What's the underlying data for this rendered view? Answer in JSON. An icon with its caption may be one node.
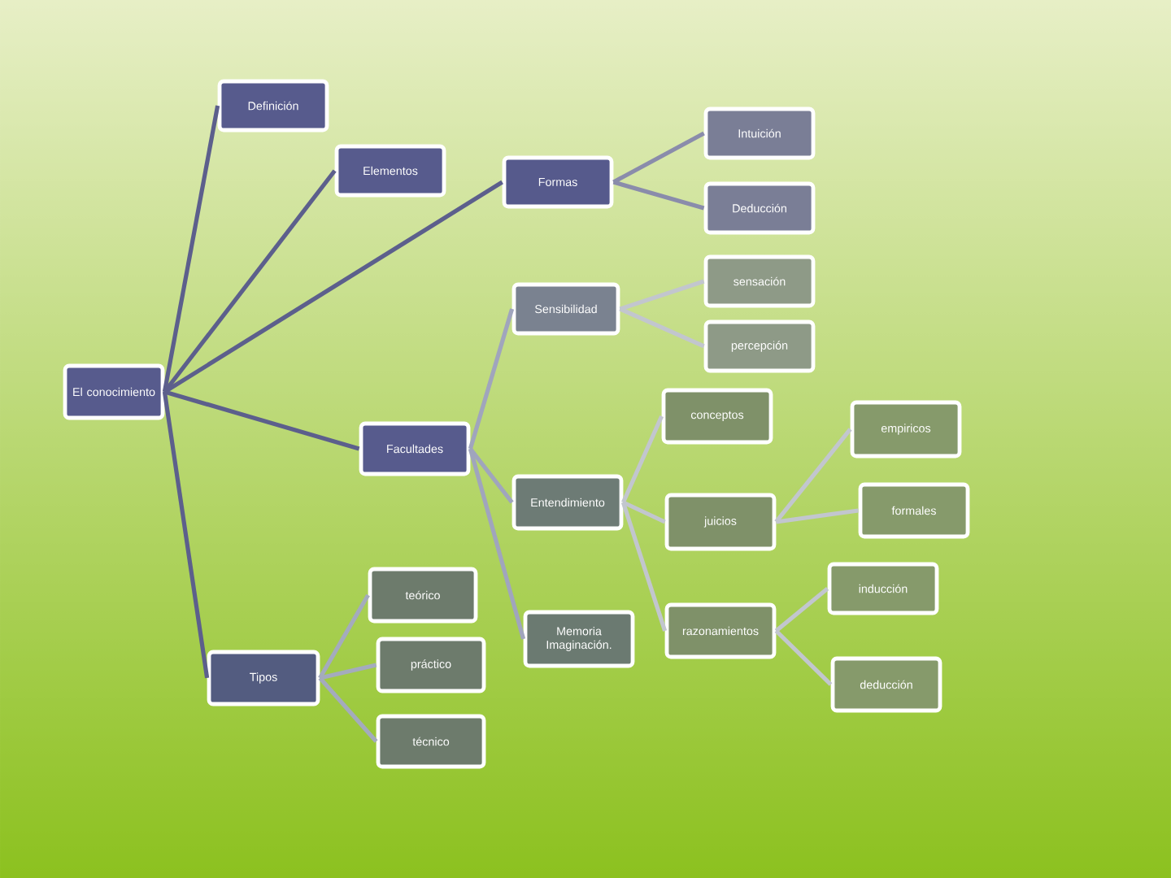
{
  "diagram": {
    "nodes": [
      {
        "text": [
          "El conocimiento"
        ]
      },
      {
        "text": [
          "Definición"
        ]
      },
      {
        "text": [
          "Elementos"
        ]
      },
      {
        "text": [
          "Formas"
        ]
      },
      {
        "text": [
          "Intuición"
        ]
      },
      {
        "text": [
          "Deducción"
        ]
      },
      {
        "text": [
          "Facultades"
        ]
      },
      {
        "text": [
          "Sensibilidad"
        ]
      },
      {
        "text": [
          "sensación"
        ]
      },
      {
        "text": [
          "percepción"
        ]
      },
      {
        "text": [
          "Entendimiento"
        ]
      },
      {
        "text": [
          "conceptos"
        ]
      },
      {
        "text": [
          "juicios"
        ]
      },
      {
        "text": [
          "empiricos"
        ]
      },
      {
        "text": [
          "formales"
        ]
      },
      {
        "text": [
          "razonamientos"
        ]
      },
      {
        "text": [
          "inducción"
        ]
      },
      {
        "text": [
          "deducción"
        ]
      },
      {
        "text": [
          "Memoria Imaginación."
        ]
      },
      {
        "text": [
          "Tipos"
        ]
      },
      {
        "text": [
          "teórico"
        ]
      },
      {
        "text": [
          "práctico"
        ]
      },
      {
        "text": [
          "técnico"
        ]
      }
    ],
    "edges": [
      {
        "from": 0,
        "to": 1,
        "arrow": "none",
        "color": "#5c5f8c"
      },
      {
        "from": 0,
        "to": 2,
        "arrow": "none",
        "color": "#5c5f8c"
      },
      {
        "from": 0,
        "to": 3,
        "arrow": "none",
        "color": "#5c5f8c"
      },
      {
        "from": 0,
        "to": 6,
        "arrow": "none",
        "color": "#5c5f8c"
      },
      {
        "from": 0,
        "to": 19,
        "arrow": "none",
        "color": "#5c5f8c"
      },
      {
        "from": 3,
        "to": 4,
        "arrow": "none",
        "color": "#8a8cab"
      },
      {
        "from": 3,
        "to": 5,
        "arrow": "none",
        "color": "#8a8cab"
      },
      {
        "from": 6,
        "to": 7,
        "arrow": "none",
        "color": "#a0a5bd"
      },
      {
        "from": 6,
        "to": 10,
        "arrow": "none",
        "color": "#a0a5bd"
      },
      {
        "from": 6,
        "to": 18,
        "arrow": "none",
        "color": "#a0a5bd"
      },
      {
        "from": 7,
        "to": 8,
        "arrow": "none"
      },
      {
        "from": 7,
        "to": 9,
        "arrow": "none"
      },
      {
        "from": 10,
        "to": 11,
        "arrow": "none"
      },
      {
        "from": 10,
        "to": 12,
        "arrow": "none"
      },
      {
        "from": 10,
        "to": 15,
        "arrow": "none"
      },
      {
        "from": 12,
        "to": 13,
        "arrow": "none"
      },
      {
        "from": 12,
        "to": 14,
        "arrow": "none"
      },
      {
        "from": 15,
        "to": 16,
        "arrow": "none"
      },
      {
        "from": 15,
        "to": 17,
        "arrow": "none"
      },
      {
        "from": 19,
        "to": 20,
        "arrow": "none",
        "color": "#a4abbd"
      },
      {
        "from": 19,
        "to": 21,
        "arrow": "none",
        "color": "#a4abbd"
      },
      {
        "from": 19,
        "to": 22,
        "arrow": "none",
        "color": "#a4abbd"
      }
    ]
  }
}
